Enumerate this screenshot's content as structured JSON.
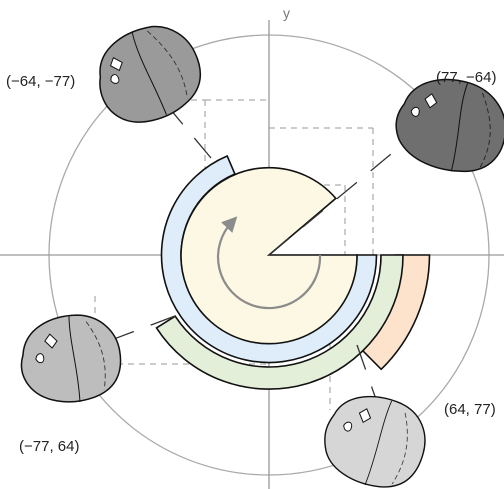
{
  "diagram": {
    "axis_y_label": "y",
    "rock_labels": {
      "top_left": "(−64, −77)",
      "top_right": "(77, −64)",
      "bottom_left": "(−77, 64)",
      "bottom_right": "(64, 77)"
    },
    "colors": {
      "outer_circle": "#aaaaaa",
      "axis": "#999999",
      "dashed": "#999999",
      "yellow_ring": "#fdf8e3",
      "blue_ring": "#deedf9",
      "green_ring": "#e3efd9",
      "orange_ring": "#fde3cc",
      "rotation_arrow": "#8c8c8c",
      "rock_dark": "#6f6f6f",
      "rock_medium": "#9a9a9a",
      "rock_light": "#cfcfcf",
      "outline": "#111111"
    }
  }
}
